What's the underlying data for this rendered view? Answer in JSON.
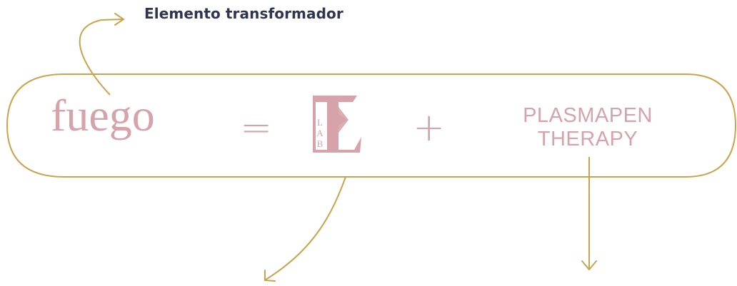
{
  "annotation": {
    "label": "Elemento transformador"
  },
  "formula": {
    "term": "fuego",
    "equals_sign": "=",
    "plus_sign": "+",
    "logo": {
      "letters": [
        "L",
        "A",
        "B"
      ],
      "description": "E LAB logo"
    },
    "product_lines": [
      "PLASMAPEN",
      "THERAPY"
    ]
  },
  "colors": {
    "gold": "#c9a44c",
    "rose": "#d6a3ab",
    "navy": "#2f3550"
  },
  "icons": [
    "curved-arrow-icon",
    "down-arrow-icon"
  ]
}
